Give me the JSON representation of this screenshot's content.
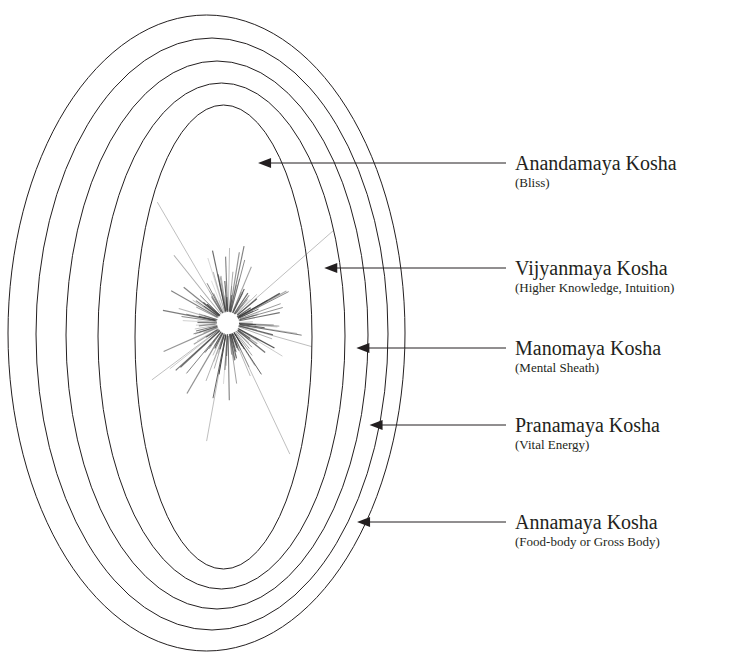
{
  "diagram": {
    "labels": [
      "Anandamaya Kosha",
      "(Bliss)",
      "Vijyanmaya Kosha",
      "(Higher Knowledge, Intuition)",
      "Manomaya Kosha",
      "(Mental Sheath)",
      "Pranamaya Kosha",
      "(Vital Energy)",
      "Annamaya Kosha",
      "(Food-body or Gross Body)"
    ]
  }
}
